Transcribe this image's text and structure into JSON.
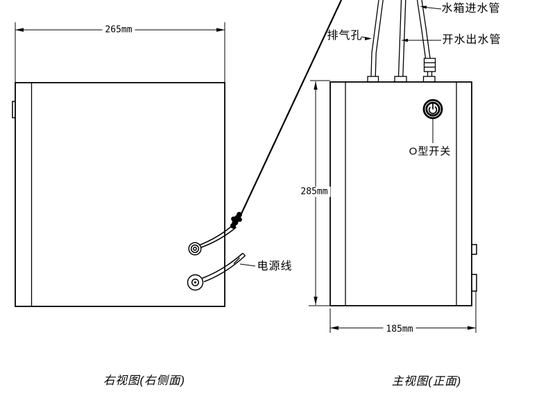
{
  "page": {
    "background_color": "#ffffff",
    "line_color": "#000000"
  },
  "side_view": {
    "caption": "右视图(右侧面)",
    "width_dim": "265mm",
    "power_cord_label": "电源线"
  },
  "front_view": {
    "caption": "主视图(正面)",
    "height_dim": "285mm",
    "width_dim": "185mm",
    "labels": {
      "vent_hole": "排气孔",
      "tank_inlet_pipe": "水箱进水管",
      "hot_water_outlet_pipe": "开水出水管",
      "o_type_switch": "O型开关"
    }
  }
}
